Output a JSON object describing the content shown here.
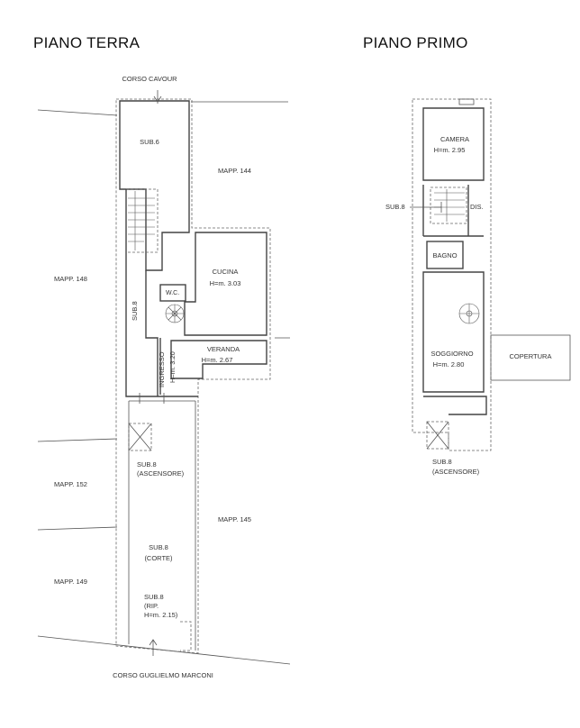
{
  "ground_floor": {
    "title": "PIANO TERRA",
    "street_north": "CORSO CAVOUR",
    "street_south": "CORSO GUGLIELMO MARCONI",
    "rooms": {
      "sub6": "SUB.6",
      "mapp144": "MAPP. 144",
      "mapp148": "MAPP. 148",
      "cucina": "CUCINA",
      "cucina_h": "H=m. 3.03",
      "wc": "W.C.",
      "sub8_vertical": "SUB.8",
      "veranda": "VERANDA",
      "veranda_h": "H=m. 2.67",
      "ingresso": "INGRESSO",
      "ingresso_h": "H=m. 3.20",
      "sub8_asc": "SUB.8",
      "ascensore": "(ASCENSORE)",
      "mapp152": "MAPP. 152",
      "mapp145": "MAPP. 145",
      "sub8_corte": "SUB.8",
      "corte": "(CORTE)",
      "mapp149": "MAPP. 149",
      "sub8_rip": "SUB.8",
      "rip": "(RIP.",
      "rip_h": "H=m. 2.15)"
    }
  },
  "first_floor": {
    "title": "PIANO PRIMO",
    "rooms": {
      "camera": "CAMERA",
      "camera_h": "H=m. 2.95",
      "sub8": "SUB.8",
      "dis": "DIS.",
      "bagno": "BAGNO",
      "soggiorno": "SOGGIORNO",
      "soggiorno_h": "H=m. 2.80",
      "copertura": "COPERTURA",
      "sub8_asc": "SUB.8",
      "ascensore": "(ASCENSORE)"
    }
  }
}
